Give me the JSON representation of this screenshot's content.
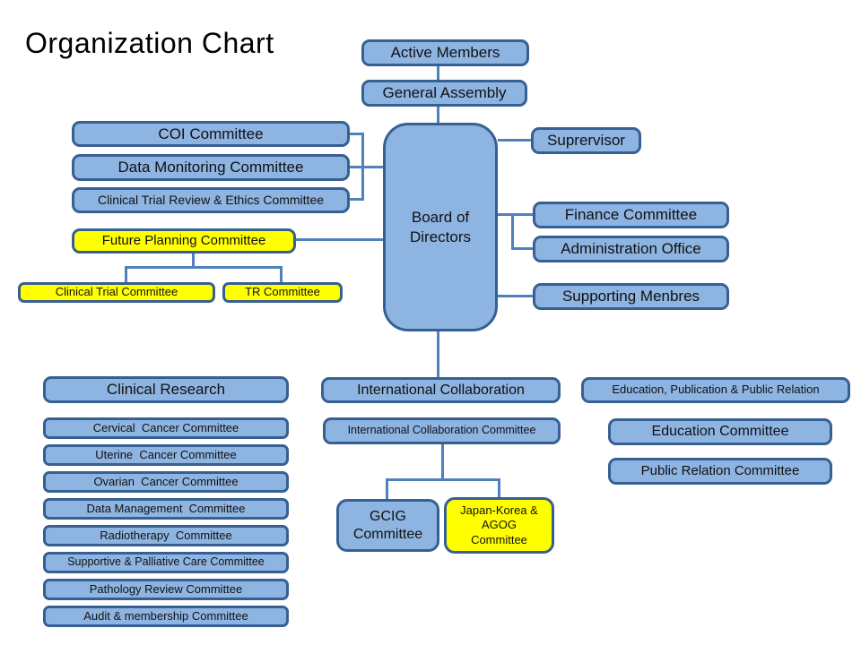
{
  "title": "Organization Chart",
  "colors": {
    "box_fill": "#8EB4E2",
    "box_border": "#376092",
    "highlight_fill": "#FFFF00",
    "connector": "#4F81BD",
    "text": "#111111",
    "background": "#FFFFFF"
  },
  "nodes": {
    "active_members": {
      "label": "Active Members"
    },
    "general_assembly": {
      "label": "General Assembly"
    },
    "board": {
      "label": "Board of\nDirectors"
    },
    "supervisor": {
      "label": "Suprervisor"
    },
    "finance": {
      "label": "Finance Committee"
    },
    "admin_office": {
      "label": "Administration Office"
    },
    "supporting_members": {
      "label": "Supporting Menbres"
    },
    "coi": {
      "label": "COI Committee"
    },
    "data_monitoring": {
      "label": "Data Monitoring Committee"
    },
    "ctr_ethics": {
      "label": "Clinical Trial Review & Ethics Committee"
    },
    "future_planning": {
      "label": "Future Planning Committee"
    },
    "clinical_trial": {
      "label": "Clinical Trial Committee"
    },
    "tr": {
      "label": "TR Committee"
    },
    "clinical_research": {
      "label": "Clinical Research"
    },
    "cervical": {
      "label": "Cervical  Cancer Committee"
    },
    "uterine": {
      "label": "Uterine  Cancer Committee"
    },
    "ovarian": {
      "label": "Ovarian  Cancer Committee"
    },
    "data_mgmt": {
      "label": "Data Management  Committee"
    },
    "radiotherapy": {
      "label": "Radiotherapy  Committee"
    },
    "supportive": {
      "label": "Supportive & Palliative Care Committee"
    },
    "pathology": {
      "label": "Pathology Review Committee"
    },
    "audit": {
      "label": "Audit & membership Committee"
    },
    "intl_collab": {
      "label": "International Collaboration"
    },
    "intl_collab_cmte": {
      "label": "International Collaboration Committee"
    },
    "gcig": {
      "label": "GCIG\nCommittee"
    },
    "japan_korea": {
      "label": "Japan-Korea &\nAGOG\nCommittee"
    },
    "edu_pub_pr": {
      "label": "Education, Publication & Public Relation"
    },
    "education_cmte": {
      "label": "Education Committee"
    },
    "public_relation": {
      "label": "Public Relation Committee"
    }
  }
}
